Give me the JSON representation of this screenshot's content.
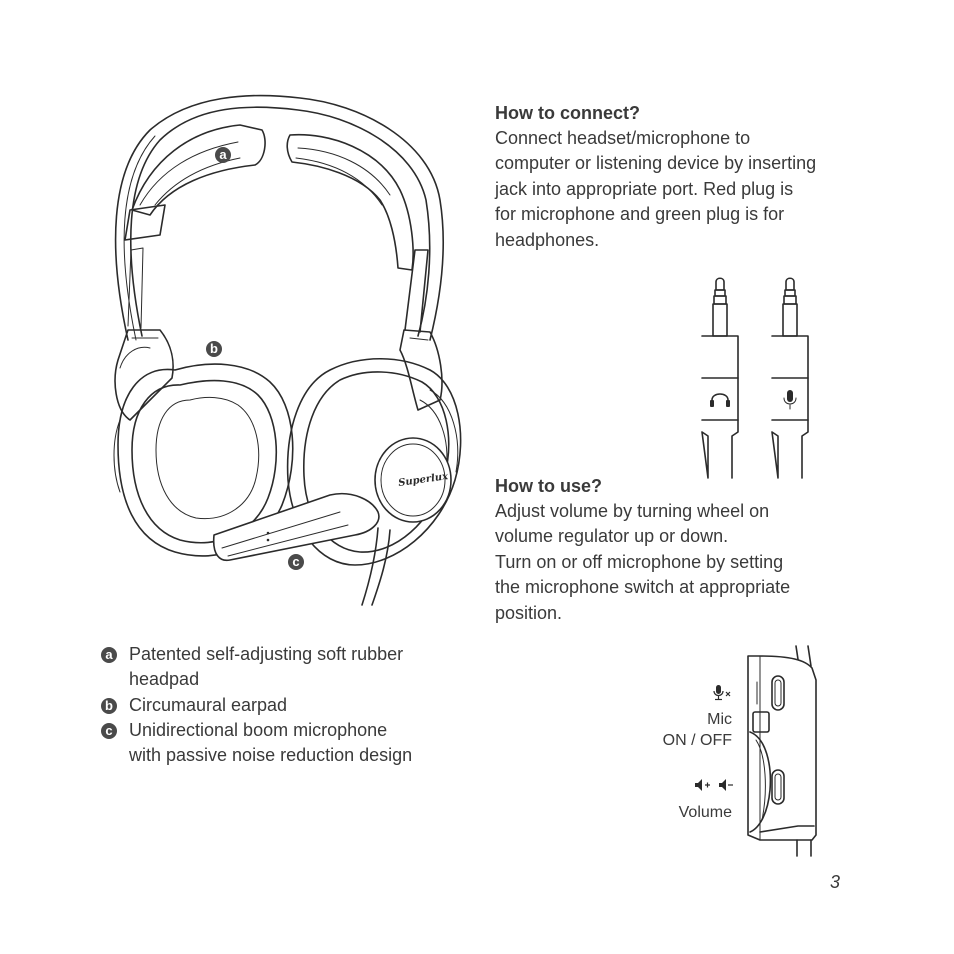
{
  "connect": {
    "heading": "How to connect?",
    "lines": [
      "Connect headset/microphone to",
      "computer or listening device by inserting",
      "jack into appropriate port. Red plug is",
      "for microphone and green plug is for",
      "headphones."
    ]
  },
  "use": {
    "heading": "How to use?",
    "lines": [
      "Adjust volume by turning wheel on",
      "volume regulator up or down.",
      "Turn on or off microphone by setting",
      "the microphone switch at appropriate",
      "position."
    ]
  },
  "callouts": {
    "a": "a",
    "b": "b",
    "c": "c"
  },
  "legend": [
    {
      "letter": "a",
      "line1": "Patented self-adjusting soft rubber",
      "line2": "headpad"
    },
    {
      "letter": "b",
      "line1": "Circumaural earpad",
      "line2": ""
    },
    {
      "letter": "c",
      "line1": "Unidirectional boom microphone",
      "line2": "with passive noise reduction design"
    }
  ],
  "controller": {
    "mic_label": "Mic",
    "mic_state_label": "ON / OFF",
    "volume_label": "Volume",
    "mic_mute_icon": "mic-mute-icon",
    "volume_up_icon": "volume-up-icon",
    "volume_down_icon": "volume-down-icon"
  },
  "plugs": {
    "left_icon": "headphones-icon",
    "right_icon": "microphone-icon"
  },
  "headset": {
    "brand": "Superlux"
  },
  "page_number": "3"
}
